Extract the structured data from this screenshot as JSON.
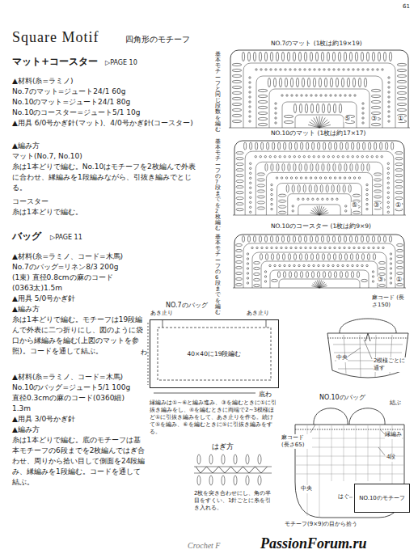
{
  "diagram": {
    "title": "Square Motif",
    "nodes": [
      {
        "text": [
          "40×40に19段編む"
        ]
      },
      {
        "text": [
          "NO.10のモチーフ"
        ]
      }
    ],
    "labels": [
      "61",
      "四角形のモチーフ",
      "マット+コースター",
      "▷PAGE 10",
      "▲材料(糸=ラミノ)",
      "No.7のマット=ジュート24/1 60g",
      "No.10のマット=ジュート24/1 80g",
      "No.10のコースター=ジュート5/1 10g",
      "▲用具 6/0号かぎ針(マット)、4/0号かぎ針(コースター)",
      "▲編み方",
      "マット(No.7, No.10)",
      "糸は1本どりで編む。No.10はモチーフを2枚編んで外表に合わせ、縁編みを1段編みながら、引抜き編みでとじる。",
      "コースター",
      "糸は1本どりで編む。",
      "バッグ",
      "▷PAGE 11",
      "▲材料(糸=ラミノ、コード=木馬)",
      "No.7のバッグ=リネン8/3 200g",
      "(1束) 直径0.8cmの麻のコード",
      "(0363太)1.5m",
      "▲用具 5/0号かぎ針",
      "▲編み方",
      "糸は1本どりで編む。モチーフは19段編んで外表に二つ折りにし、図のように袋口から縁編みを編む(上図のマットを参照)。コードを通して結ぶ。",
      "▲材料(糸=ラミノ、コード=木馬)",
      "No.10のバッグ=ジュート5/1 100g",
      "直径0.3cmの麻のコード(0360細)",
      "1.3m",
      "▲用具 3/0号かぎ針",
      "▲編み方",
      "糸は1本どりで編む。底のモチーフは基本モチーフの6段までを2枚編んではぎ合わせ、周りから拾い目して側面を24段編み、縁編みを1段編む。コードを通して結ぶ。",
      "NO.7のマット (1枚は約19×19)",
      "基本モチーフと同じ段数を編む",
      "①",
      "③",
      "⑤",
      "NO.10のマット (1枚は約17×17)",
      "基本モチーフの7段までを2枚編む",
      "①",
      "③",
      "⑤",
      "NO.10のコースター (1枚は約9×9)",
      "基本モチーフの6段までを編む",
      "①",
      "③",
      "NO.7のバッグ",
      "あき止り",
      "あき止り",
      "わ",
      "底わ",
      "縁編みは①~⑥と編み進み、③を編むときに①に引抜き編みをし、④を編むときに両端で2~3模様ほど①に引抜き編みをして、あき止りを作る。続けて⑤を編み、⑥を編むときに⑤に引抜き編みをする。",
      "はぎ方",
      "2枚を突き合わせにし、角の半目をすくい、1針ごとに糸を引き入れる。",
      "麻コード (長さ150)",
      "中央",
      "2模様ごとに通す",
      "NO.10のバッグ",
      "結ぶ",
      "麻コード (長さ65)",
      "縁編み",
      "4段",
      "中央",
      "はぐ",
      "モチーフ(9×9)の目から拾う",
      "Crochet F",
      "PassionForum.ru"
    ]
  }
}
